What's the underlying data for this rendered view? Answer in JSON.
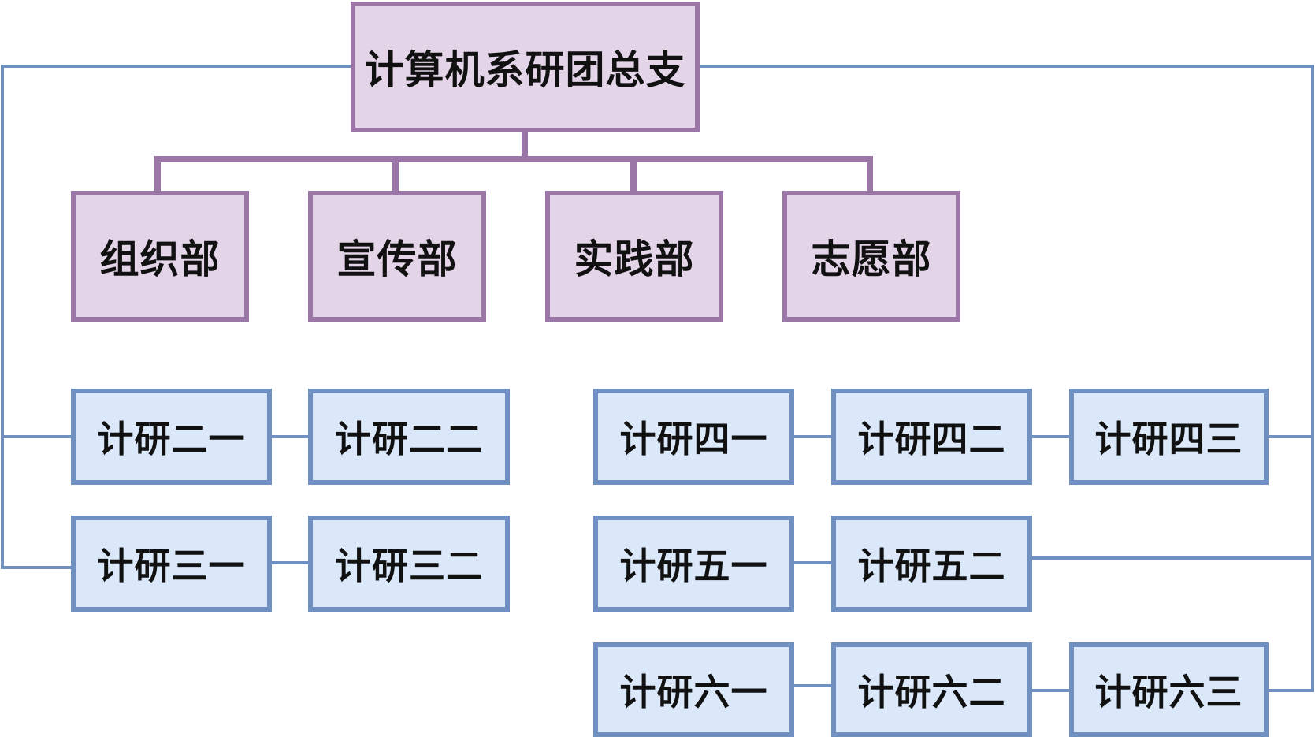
{
  "colors": {
    "purple_fill": "#e3d4e8",
    "purple_border": "#9b77a8",
    "blue_fill": "#dae8fa",
    "blue_border": "#6f90c0"
  },
  "root": {
    "label": "计算机系研团总支"
  },
  "departments": [
    {
      "label": "组织部"
    },
    {
      "label": "宣传部"
    },
    {
      "label": "实践部"
    },
    {
      "label": "志愿部"
    }
  ],
  "teams": {
    "t21": "计研二一",
    "t22": "计研二二",
    "t31": "计研三一",
    "t32": "计研三二",
    "t41": "计研四一",
    "t42": "计研四二",
    "t43": "计研四三",
    "t51": "计研五一",
    "t52": "计研五二",
    "t61": "计研六一",
    "t62": "计研六二",
    "t63": "计研六三"
  }
}
